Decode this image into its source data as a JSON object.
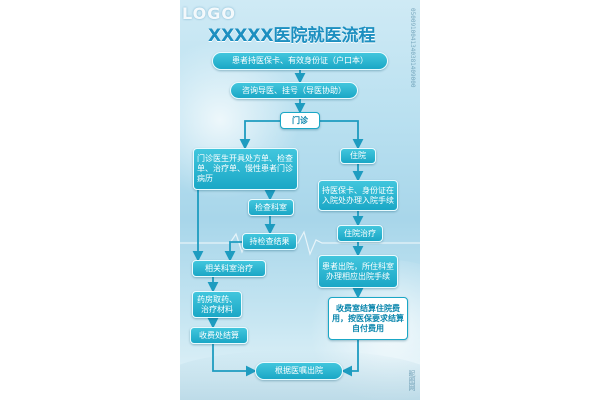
{
  "poster": {
    "logo": "LOGO",
    "title": "XXXXX医院就医流程",
    "watermark": "0500910041340381409000",
    "brand": "昵图网"
  },
  "steps": {
    "start": "患者持医保卡、有效身份证（户口本）",
    "consult": "咨询导医、挂号（导医协助）",
    "outpatient": "门诊",
    "doctor_orders": "门诊医生开具处方单、检查单、治疗单、慢性患者门诊病历",
    "inpatient": "住院",
    "exam_dept": "检查科室",
    "admission": "持医保卡、身份证在入院处办理入院手续",
    "with_results": "持检查结果",
    "hospital_treatment": "住院治疗",
    "dept_treatment": "相关科室治疗",
    "discharge": "患者出院，所住科室办理相应出院手续",
    "pharmacy": "药房取药、治疗材料",
    "inpatient_billing": "收费室结算住院费用，按医保要求结算自付费用",
    "cashier": "收费处结算",
    "final": "根据医嘱出院"
  },
  "colors": {
    "box_fill": "#1aa7c6",
    "box_border": "#e9fbff",
    "arrow": "#1e9cc0",
    "title": "#1d8fc0"
  }
}
